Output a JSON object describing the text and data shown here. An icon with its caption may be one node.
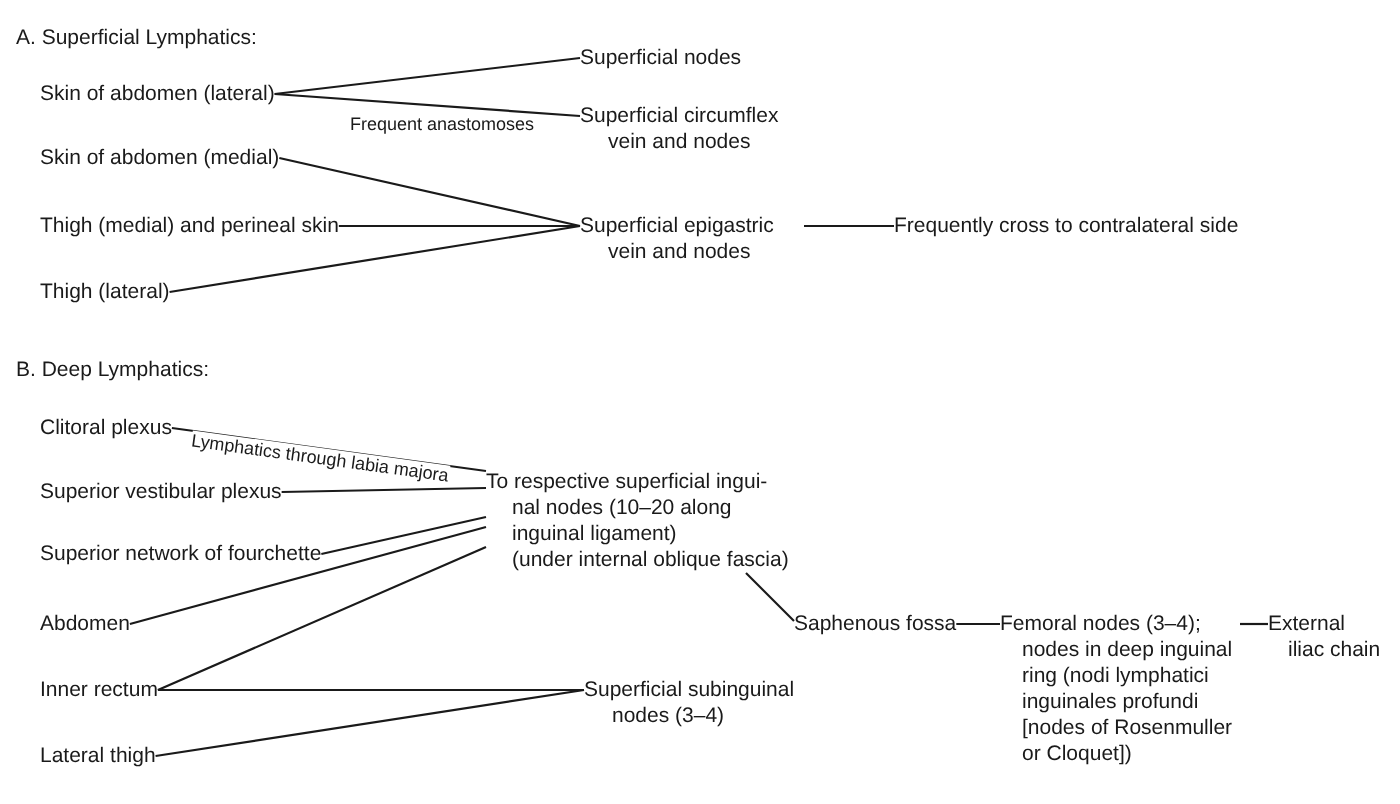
{
  "diagram": {
    "nodes": [
      {
        "text": [
          "Skin of abdomen (lateral)"
        ]
      },
      {
        "text": [
          "Superficial nodes"
        ]
      },
      {
        "text": [
          "Superficial circumflex vein and nodes"
        ]
      },
      {
        "text": [
          "Skin of abdomen (medial)"
        ]
      },
      {
        "text": [
          "Thigh (medial) and perineal skin"
        ]
      },
      {
        "text": [
          "Superficial epigastric vein and nodes"
        ]
      },
      {
        "text": [
          "Frequently cross to contralateral side"
        ]
      },
      {
        "text": [
          "Thigh (lateral)"
        ]
      },
      {
        "text": [
          "Clitoral plexus"
        ]
      },
      {
        "text": [
          "Superior vestibular plexus"
        ]
      },
      {
        "text": [
          "Superior network of fourchette"
        ]
      },
      {
        "text": [
          "Abdomen"
        ]
      },
      {
        "text": [
          "Inner rectum"
        ]
      },
      {
        "text": [
          "Lateral thigh"
        ]
      },
      {
        "text": [
          "To respective superficial ingui-nal nodes (10–20 along inguinal ligament)",
          "(under internal oblique fascia)"
        ]
      },
      {
        "text": [
          "Saphenous fossa"
        ]
      },
      {
        "text": [
          "Femoral nodes (3–4); nodes in deep inguinal ring (nodi lymphatici inguinales profundi [nodes of Rosenmuller or Cloquet])"
        ]
      },
      {
        "text": [
          "External iliac chain"
        ]
      },
      {
        "text": [
          "Superficial subinguinal nodes (3–4)"
        ]
      }
    ],
    "edges": [
      {
        "from": 0,
        "to": 1,
        "arrow": "none"
      },
      {
        "from": 0,
        "to": 2,
        "arrow": "none",
        "label": "Frequent anastomoses"
      },
      {
        "from": 3,
        "to": 5,
        "arrow": "none"
      },
      {
        "from": 4,
        "to": 5,
        "arrow": "none"
      },
      {
        "from": 7,
        "to": 5,
        "arrow": "none"
      },
      {
        "from": 5,
        "to": 6,
        "arrow": "none"
      },
      {
        "from": 8,
        "to": 14,
        "arrow": "none",
        "label": "Lymphatics through labia majora"
      },
      {
        "from": 9,
        "to": 14,
        "arrow": "none"
      },
      {
        "from": 10,
        "to": 14,
        "arrow": "none"
      },
      {
        "from": 11,
        "to": 14,
        "arrow": "none"
      },
      {
        "from": 12,
        "to": 14,
        "arrow": "none"
      },
      {
        "from": 12,
        "to": 18,
        "arrow": "none"
      },
      {
        "from": 13,
        "to": 18,
        "arrow": "none"
      },
      {
        "from": 14,
        "to": 15,
        "arrow": "none"
      },
      {
        "from": 15,
        "to": 16,
        "arrow": "none"
      },
      {
        "from": 16,
        "to": 17,
        "arrow": "none"
      }
    ],
    "labels": [
      "A. Superficial Lymphatics:",
      "B. Deep Lymphatics:"
    ]
  }
}
